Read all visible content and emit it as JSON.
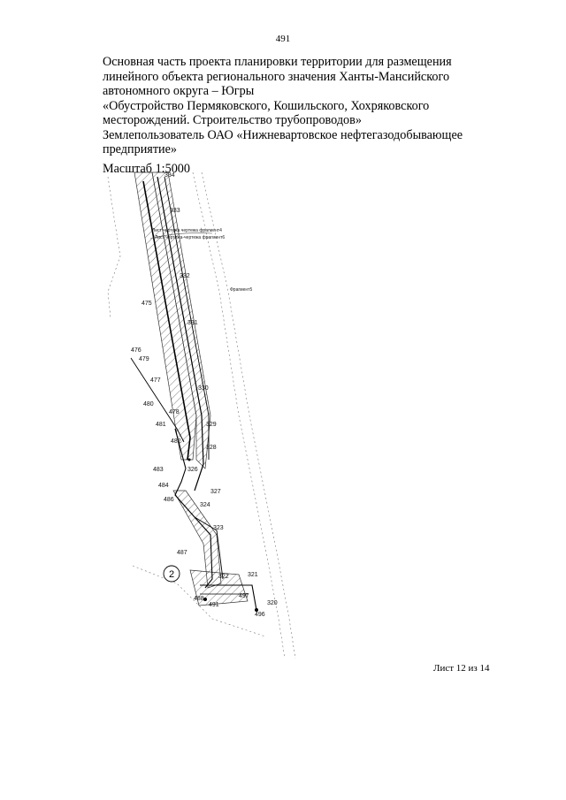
{
  "page_number": "491",
  "header": {
    "lines": [
      "Основная часть проекта планировки территории для размещения",
      "линейного объекта регионального значения Ханты-Мансийского",
      "автономного округа – Югры",
      "«Обустройство Пермяковского, Кошильского, Хохряковского",
      "месторождений. Строительство трубопроводов»",
      "Землепользователь ОАО «Нижневартовское нефтегазодобывающее",
      "предприятие»"
    ],
    "scale": "Масштаб 1:5000"
  },
  "map": {
    "fragment_labels": [
      "Лист чертежа чертежа фрагмент4",
      "Лист чертежа-чертежа фрагмент6",
      "Фрагмент5"
    ],
    "circle_label": "2",
    "point_labels": {
      "p334": "334",
      "p333": "333",
      "p332": "332",
      "p331": "331",
      "p330": "330",
      "p329": "329",
      "p328": "328",
      "p326": "326",
      "p327": "327",
      "p324": "324",
      "p323": "323",
      "p322": "322",
      "p321": "321",
      "p320": "320",
      "p475": "475",
      "p476": "476",
      "p479": "479",
      "p477": "477",
      "p480": "480",
      "p478": "478",
      "p481": "481",
      "p482": "482",
      "p483": "483",
      "p484": "484",
      "p486": "486",
      "p487": "487",
      "p488": "488",
      "p491": "491",
      "p497": "497",
      "p496": "496"
    }
  },
  "footer": {
    "sheet": "Лист 12 из 14"
  }
}
